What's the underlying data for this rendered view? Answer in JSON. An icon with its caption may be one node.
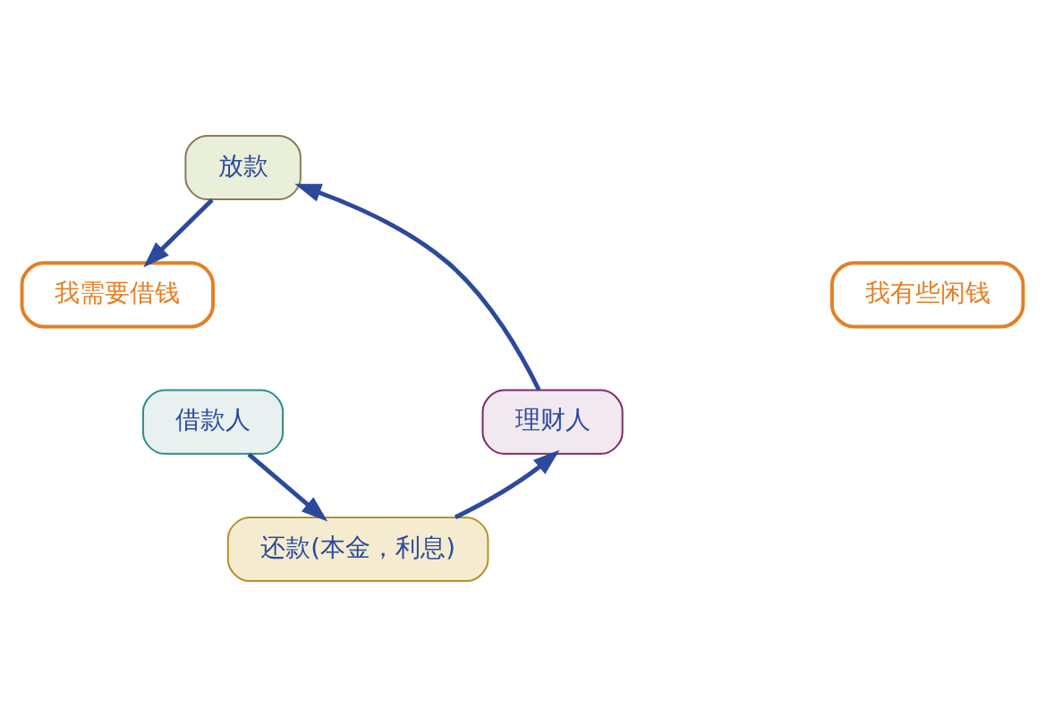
{
  "diagram": {
    "nodes": [
      {
        "text": [
          "放款"
        ]
      },
      {
        "text": [
          "我需要借钱"
        ]
      },
      {
        "text": [
          "我有些闲钱"
        ]
      },
      {
        "text": [
          "借款人"
        ]
      },
      {
        "text": [
          "理财人"
        ]
      },
      {
        "text": [
          "还款(本金，利息)"
        ]
      }
    ],
    "edges": [
      {
        "from": 4,
        "to": 0,
        "arrow": "to"
      },
      {
        "from": 0,
        "to": 1,
        "arrow": "to"
      },
      {
        "from": 3,
        "to": 5,
        "arrow": "to"
      },
      {
        "from": 5,
        "to": 4,
        "arrow": "to"
      }
    ]
  }
}
